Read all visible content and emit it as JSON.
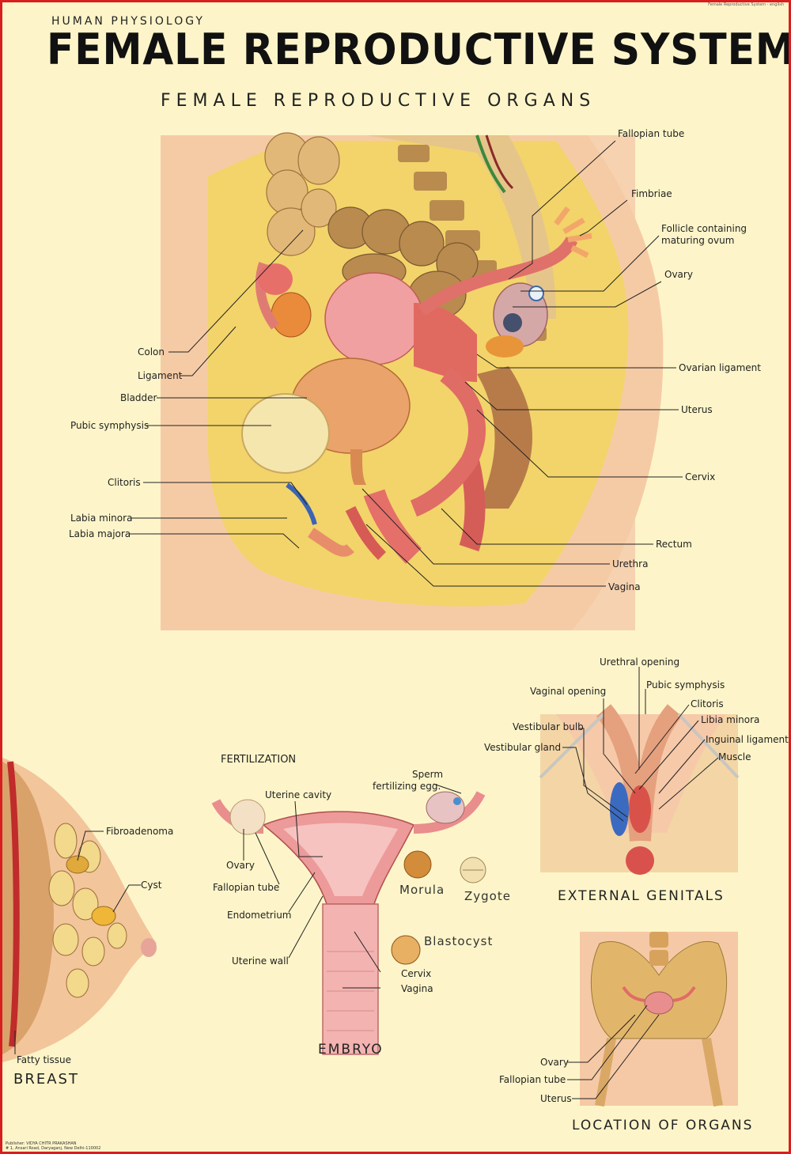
{
  "header": {
    "subtitle": "HUMAN PHYSIOLOGY",
    "title": "FEMALE REPRODUCTIVE SYSTEM",
    "corner_note": "Female Reproductive System - english"
  },
  "organs": {
    "section_title": "FEMALE REPRODUCTIVE ORGANS",
    "labels": {
      "fallopian_tube": "Fallopian tube",
      "fimbriae": "Fimbriae",
      "follicle": "Follicle containing",
      "follicle2": "maturing ovum",
      "ovary": "Ovary",
      "colon": "Colon",
      "ligament": "Ligament",
      "bladder": "Bladder",
      "pubic_symphysis": "Pubic symphysis",
      "ovarian_ligament": "Ovarian ligament",
      "uterus": "Uterus",
      "cervix": "Cervix",
      "clitoris": "Clitoris",
      "labia_minora": "Labia minora",
      "labia_majora": "Labia majora",
      "rectum": "Rectum",
      "urethra": "Urethra",
      "vagina": "Vagina"
    }
  },
  "breast": {
    "caption": "BREAST",
    "labels": {
      "fibroadenoma": "Fibroadenoma",
      "cyst": "Cyst",
      "fatty_tissue": "Fatty tissue"
    }
  },
  "embryo": {
    "heading": "FERTILIZATION",
    "caption": "EMBRYO",
    "labels": {
      "sperm": "Sperm",
      "sperm2": "fertilizing egg.",
      "uterine_cavity": "Uterine cavity",
      "ovary": "Ovary",
      "fallopian_tube": "Fallopian tube",
      "endometrium": "Endometrium",
      "uterine_wall": "Uterine wall",
      "morula": "Morula",
      "zygote": "Zygote",
      "blastocyst": "Blastocyst",
      "cervix": "Cervix",
      "vagina": "Vagina"
    }
  },
  "genitals": {
    "caption": "EXTERNAL GENITALS",
    "labels": {
      "urethral_opening": "Urethral opening",
      "vaginal_opening": "Vaginal opening",
      "pubic_symphysis": "Pubic symphysis",
      "clitoris": "Clitoris",
      "vestibular_bulb": "Vestibular bulb",
      "libia_minora": "Libia minora",
      "vestibular_gland": "Vestibular gland",
      "inguinal_ligament": "Inguinal ligament",
      "muscle": "Muscle"
    }
  },
  "location": {
    "caption": "LOCATION OF ORGANS",
    "labels": {
      "ovary": "Ovary",
      "fallopian_tube": "Fallopian tube",
      "uterus": "Uterus"
    }
  },
  "publisher": {
    "line1": "Publisher: VIDYA CHITR PRAKASHAN",
    "line2": "# 1, Ansari Road, Daryaganj, New Delhi-110002"
  },
  "colors": {
    "border": "#d81e20",
    "background": "#fdf5c9",
    "skin": "#f6cda6",
    "muscle": "#e0604f",
    "fat": "#f3d66a"
  }
}
